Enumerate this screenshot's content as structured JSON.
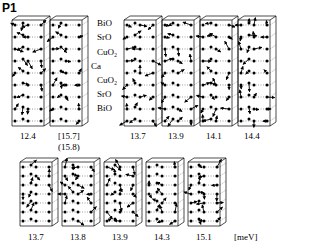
{
  "diagram": {
    "labels": [
      "P1",
      "BiO",
      "SrO",
      "CuO₂",
      "Ca",
      "CuO₂",
      "SrO",
      "BiO",
      "12.4",
      "[15.7]",
      "(15.8)",
      "13.7",
      "13.9",
      "14.1",
      "14.4",
      "13.7",
      "13.8",
      "13.9",
      "14.3",
      "15.1",
      "[meV]"
    ]
  }
}
